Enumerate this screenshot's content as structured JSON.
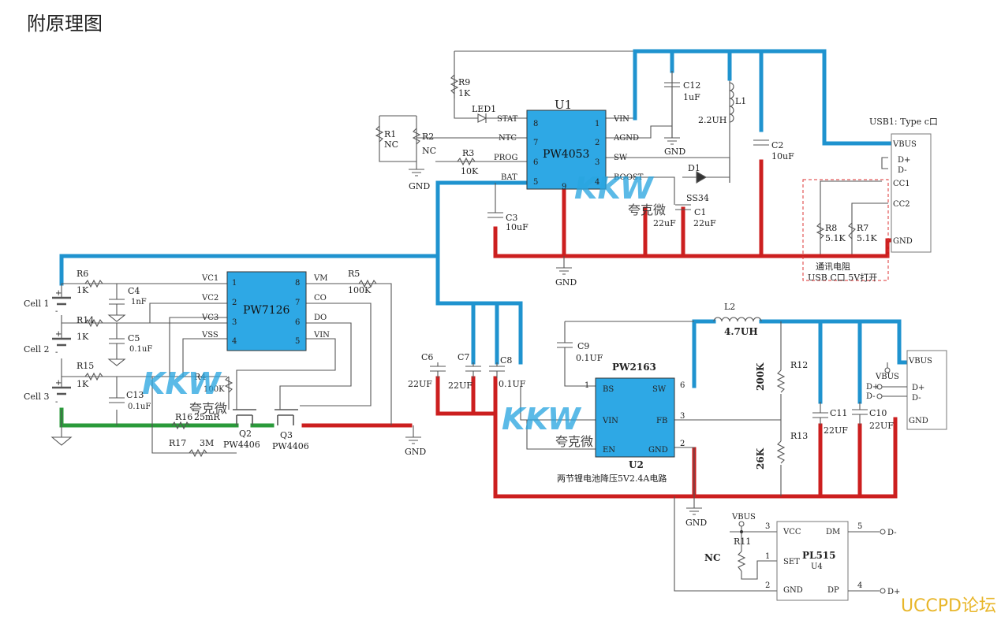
{
  "title": "附原理图",
  "watermark": "UCCPD论坛",
  "logo": {
    "brand": "KKW",
    "sub": "夸克微"
  },
  "u1": {
    "ref": "U1",
    "part": "PW4053",
    "pins_left": [
      [
        "STAT",
        "8"
      ],
      [
        "NTC",
        "7"
      ],
      [
        "PROG",
        "6"
      ],
      [
        "BAT",
        "5"
      ]
    ],
    "pins_right": [
      [
        "1",
        "VIN"
      ],
      [
        "2",
        "AGND"
      ],
      [
        "3",
        "SW"
      ],
      [
        "4",
        "BOOST"
      ]
    ],
    "pin9": "9",
    "parts": {
      "r9": "R9",
      "r9v": "1K",
      "led": "LED1",
      "r1": "R1",
      "r1v": "NC",
      "r2": "R2",
      "r2v": "NC",
      "r3": "R3",
      "r3v": "10K",
      "gnd": "GND",
      "c12": "C12",
      "c12v": "1uF",
      "l1": "L1",
      "l1v": "2.2UH",
      "c2": "C2",
      "c2v": "10uF",
      "d1": "D1",
      "d1v": "SS34",
      "c3": "C3",
      "c3v": "10uF",
      "c1": "C1",
      "c1v": "22uF",
      "cx": "22uF"
    }
  },
  "usb1": {
    "title": "USB1: Type c口",
    "pins": [
      "VBUS",
      "D+",
      "D-",
      "CC1",
      "CC2",
      "GND"
    ],
    "r8": "R8",
    "r8v": "5.1K",
    "r7": "R7",
    "r7v": "5.1K",
    "note1": "通讯电阻",
    "note2": "USB C口 5V打开"
  },
  "pw7126": {
    "part": "PW7126",
    "pins_left": [
      [
        "VC1",
        "1"
      ],
      [
        "VC2",
        "2"
      ],
      [
        "VC3",
        "3"
      ],
      [
        "VSS",
        "4"
      ]
    ],
    "pins_right": [
      [
        "8",
        "VM"
      ],
      [
        "7",
        "CO"
      ],
      [
        "6",
        "DO"
      ],
      [
        "5",
        "VIN"
      ]
    ],
    "cells": [
      "Cell 1",
      "Cell 2",
      "Cell 3"
    ],
    "r6": "R6",
    "r6v": "1K",
    "r14": "R14",
    "r14v": "1K",
    "r15": "R15",
    "r15v": "1K",
    "c4": "C4",
    "c4v": "1nF",
    "c5": "C5",
    "c5v": "0.1uF",
    "c13": "C13",
    "c13v": "0.1uF",
    "r5": "R5",
    "r5v": "100K",
    "r4": "R4",
    "r4v": "100K",
    "r16": "R16",
    "r16v": "25mR",
    "r17": "R17",
    "r17v": "3M",
    "q2": "Q2",
    "q3": "Q3",
    "qpart": "PW4406",
    "gnd": "GND",
    "plus": "+",
    "minus": "-"
  },
  "u2": {
    "ref": "U2",
    "part": "PW2163",
    "pins_left": [
      [
        "1",
        "BS"
      ],
      [
        "",
        "VIN"
      ],
      [
        "",
        "EN"
      ]
    ],
    "pins_right": [
      [
        "6",
        "SW"
      ],
      [
        "3",
        "FB"
      ],
      [
        "2",
        "GND"
      ]
    ],
    "caption": "两节锂电池降压5V2.4A电路",
    "c6": "C6",
    "c6v": "22UF",
    "c7": "C7",
    "c7v": "22UF",
    "c8": "C8",
    "c8v": "0.1UF",
    "c9": "C9",
    "c9v": "0.1UF",
    "l2": "L2",
    "l2v": "4.7UH",
    "r12": "R12",
    "r12v": "200K",
    "r13": "R13",
    "r13v": "26K",
    "c11": "C11",
    "c11v": "22UF",
    "c10": "C10",
    "c10v": "22UF",
    "gnd": "GND",
    "usb_pins": [
      "VBUS",
      "D+",
      "D-",
      "GND"
    ],
    "usb_vbus": "VBUS",
    "usb_dp": "D+",
    "usb_dm": "D-"
  },
  "u4": {
    "part": "PL515",
    "ref": "U4",
    "pins_left": [
      [
        "3",
        "VCC"
      ],
      [
        "1",
        "SET"
      ],
      [
        "2",
        "GND"
      ]
    ],
    "pins_right": [
      [
        "5",
        "DM"
      ],
      [
        "4",
        "DP"
      ]
    ],
    "vbus": "VBUS",
    "r11": "R11",
    "nc": "NC",
    "dm": "D-",
    "dp": "D+"
  }
}
